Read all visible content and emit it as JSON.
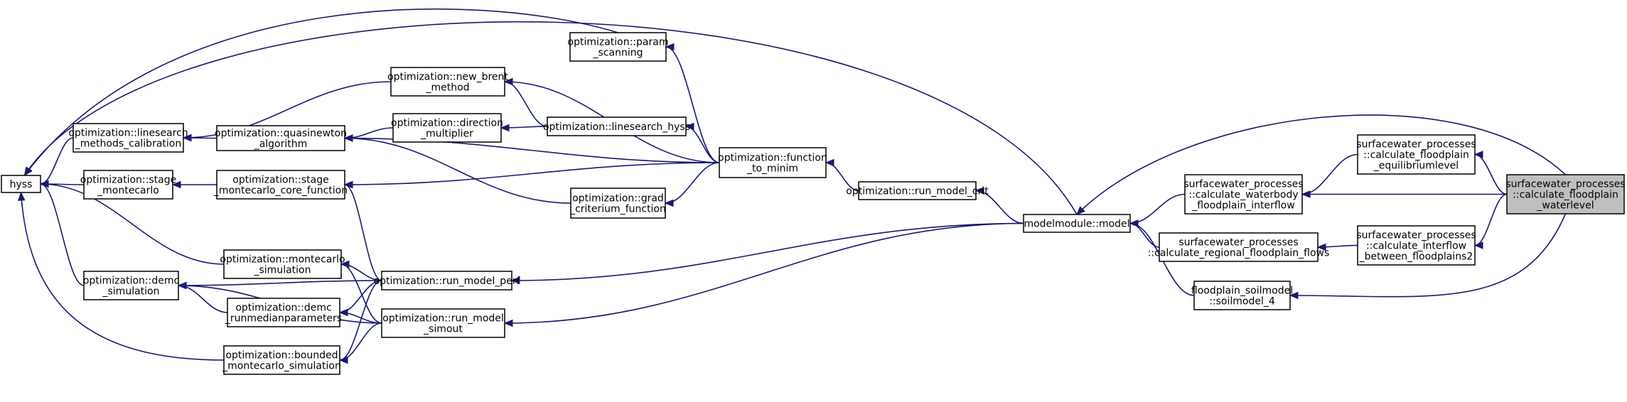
{
  "nodes": [
    {
      "id": "hyss",
      "lines": [
        "hyss"
      ]
    },
    {
      "id": "linesearch_cal",
      "lines": [
        "optimization::linesearch",
        "_methods_calibration"
      ]
    },
    {
      "id": "stage_mc",
      "lines": [
        "optimization::stage",
        "_montecarlo"
      ]
    },
    {
      "id": "demc_sim",
      "lines": [
        "optimization::demc",
        "_simulation"
      ]
    },
    {
      "id": "quasinewton",
      "lines": [
        "optimization::quasinewton",
        "_algorithm"
      ]
    },
    {
      "id": "stage_mc_core",
      "lines": [
        "optimization::stage",
        "_montecarlo_core_function"
      ]
    },
    {
      "id": "mc_sim",
      "lines": [
        "optimization::montecarlo",
        "_simulation"
      ]
    },
    {
      "id": "demc_run",
      "lines": [
        "optimization::demc",
        "_runmedianparameters"
      ]
    },
    {
      "id": "bounded_mc",
      "lines": [
        "optimization::bounded",
        "_montecarlo_simulation"
      ]
    },
    {
      "id": "new_brent",
      "lines": [
        "optimization::new_brent",
        "_method"
      ]
    },
    {
      "id": "direction",
      "lines": [
        "optimization::direction",
        "_multiplier"
      ]
    },
    {
      "id": "param_scan",
      "lines": [
        "optimization::param",
        "_scanning"
      ]
    },
    {
      "id": "linesearch_hyss",
      "lines": [
        "optimization::linesearch_hyss"
      ]
    },
    {
      "id": "grad",
      "lines": [
        "optimization::grad",
        "_criterium_function"
      ]
    },
    {
      "id": "run_perf",
      "lines": [
        "optimization::run_model_perf"
      ]
    },
    {
      "id": "run_simout",
      "lines": [
        "optimization::run_model",
        "_simout"
      ]
    },
    {
      "id": "func_minim",
      "lines": [
        "optimization::function",
        "_to_minim"
      ]
    },
    {
      "id": "run_crit",
      "lines": [
        "optimization::run_model_crit"
      ]
    },
    {
      "id": "model",
      "lines": [
        "modelmodule::model"
      ]
    },
    {
      "id": "waterbody",
      "lines": [
        "surfacewater_processes",
        "::calculate_waterbody",
        "_floodplain_interflow"
      ]
    },
    {
      "id": "regional",
      "lines": [
        "surfacewater_processes",
        "::calculate_regional_floodplain_flows"
      ]
    },
    {
      "id": "soilmodel",
      "lines": [
        "floodplain_soilmodel",
        "::soilmodel_4"
      ]
    },
    {
      "id": "equilibrium",
      "lines": [
        "surfacewater_processes",
        "::calculate_floodplain",
        "_equilibriumlevel"
      ]
    },
    {
      "id": "interflow2",
      "lines": [
        "surfacewater_processes",
        "::calculate_interflow",
        "_between_floodplains2"
      ]
    },
    {
      "id": "waterlevel",
      "lines": [
        "surfacewater_processes",
        "::calculate_floodplain",
        "_waterlevel"
      ],
      "focus": true
    }
  ],
  "edges": [
    [
      "linesearch_cal",
      "hyss"
    ],
    [
      "stage_mc",
      "hyss"
    ],
    [
      "demc_sim",
      "hyss"
    ],
    [
      "mc_sim",
      "hyss"
    ],
    [
      "bounded_mc",
      "hyss"
    ],
    [
      "param_scan",
      "hyss"
    ],
    [
      "model",
      "hyss"
    ],
    [
      "new_brent",
      "linesearch_cal"
    ],
    [
      "quasinewton",
      "linesearch_cal"
    ],
    [
      "stage_mc_core",
      "stage_mc"
    ],
    [
      "run_perf",
      "demc_sim"
    ],
    [
      "demc_run",
      "demc_sim"
    ],
    [
      "run_simout",
      "demc_sim"
    ],
    [
      "direction",
      "quasinewton"
    ],
    [
      "grad",
      "quasinewton"
    ],
    [
      "run_perf",
      "stage_mc_core"
    ],
    [
      "run_perf",
      "mc_sim"
    ],
    [
      "run_simout",
      "mc_sim"
    ],
    [
      "run_perf",
      "demc_run"
    ],
    [
      "run_simout",
      "demc_run"
    ],
    [
      "run_perf",
      "bounded_mc"
    ],
    [
      "run_simout",
      "bounded_mc"
    ],
    [
      "linesearch_hyss",
      "new_brent"
    ],
    [
      "linesearch_hyss",
      "direction"
    ],
    [
      "func_minim",
      "new_brent"
    ],
    [
      "func_minim",
      "param_scan"
    ],
    [
      "func_minim",
      "linesearch_hyss"
    ],
    [
      "func_minim",
      "quasinewton"
    ],
    [
      "func_minim",
      "grad"
    ],
    [
      "func_minim",
      "stage_mc_core"
    ],
    [
      "run_crit",
      "func_minim"
    ],
    [
      "model",
      "run_crit"
    ],
    [
      "model",
      "run_perf"
    ],
    [
      "model",
      "run_simout"
    ],
    [
      "waterbody",
      "model"
    ],
    [
      "regional",
      "model"
    ],
    [
      "soilmodel",
      "model"
    ],
    [
      "equilibrium",
      "waterbody"
    ],
    [
      "interflow2",
      "regional"
    ],
    [
      "waterlevel",
      "equilibrium"
    ],
    [
      "waterlevel",
      "waterbody"
    ],
    [
      "waterlevel",
      "interflow2"
    ],
    [
      "waterlevel",
      "soilmodel"
    ],
    [
      "waterlevel",
      "model"
    ]
  ]
}
